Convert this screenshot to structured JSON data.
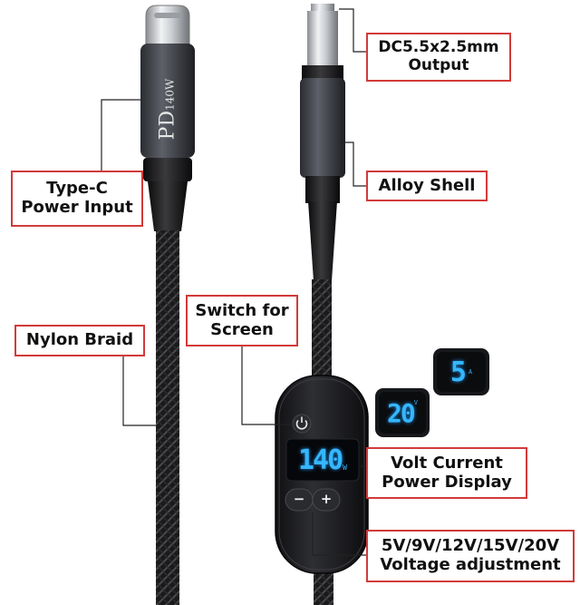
{
  "callouts": {
    "dc_output": {
      "line1": "DC5.5x2.5mm",
      "line2": "Output"
    },
    "type_c": {
      "line1": "Type-C",
      "line2": "Power Input"
    },
    "alloy_shell": {
      "text": "Alloy Shell"
    },
    "switch_screen": {
      "line1": "Switch for",
      "line2": "Screen"
    },
    "nylon_braid": {
      "text": "Nylon Braid"
    },
    "volt_display": {
      "line1": "Volt Current",
      "line2": "Power Display"
    },
    "voltage_adj": {
      "line1": "5V/9V/12V/15V/20V",
      "line2": "Voltage adjustment"
    }
  },
  "connector": {
    "brand_pd": "PD",
    "brand_watt": "140W"
  },
  "displays": {
    "main": {
      "value": "140",
      "unit": "W"
    },
    "volt": {
      "value": "20",
      "unit": "V"
    },
    "amp": {
      "value": "5",
      "unit": "A"
    }
  },
  "buttons": {
    "minus": "−",
    "plus": "+"
  },
  "colors": {
    "accent": "#d23a3a",
    "lcd": "#35b6ff",
    "body": "#1c1c1e"
  }
}
